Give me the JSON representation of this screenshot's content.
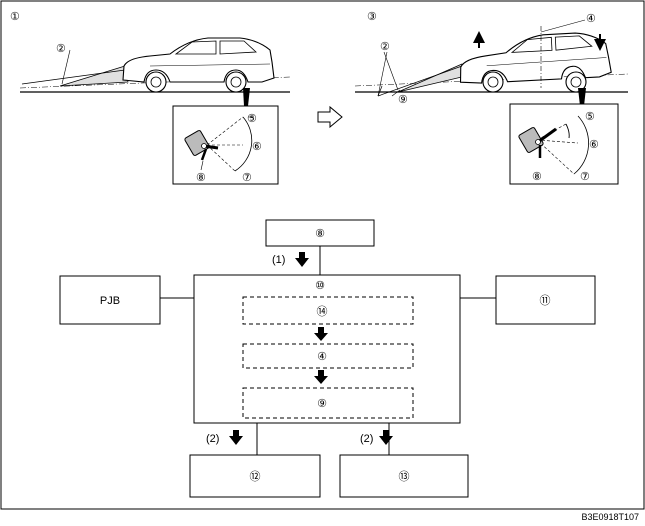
{
  "top_left_panel": {
    "panel_number": "①",
    "callouts": {
      "c2": "②",
      "c5": "⑤",
      "c6": "⑥",
      "c7": "⑦",
      "c8": "⑧"
    }
  },
  "top_right_panel": {
    "panel_number": "③",
    "callouts": {
      "c2": "②",
      "c4": "④",
      "c5": "⑤",
      "c6": "⑥",
      "c7": "⑦",
      "c8": "⑧",
      "c9": "⑨"
    }
  },
  "block_diagram": {
    "input_block": "⑧",
    "center_block": "⑩",
    "inner_steps": [
      "⑭",
      "④",
      "⑨"
    ],
    "left_block": "PJB",
    "right_block": "⑪",
    "output_left": "⑫",
    "output_right": "⑬",
    "arrow_labels": {
      "input": "(1)",
      "out_left": "(2)",
      "out_right": "(2)"
    }
  },
  "figure_code": "B3E0918T107"
}
